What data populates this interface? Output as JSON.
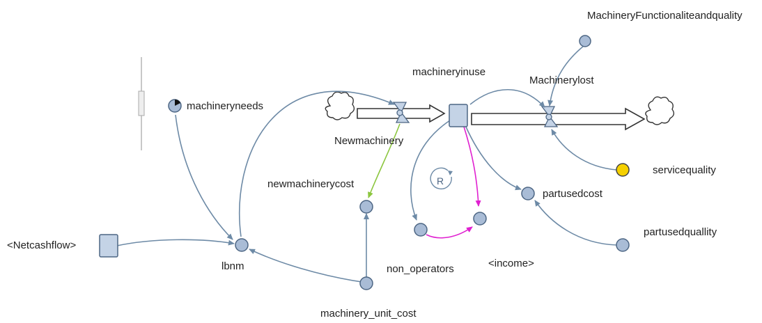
{
  "diagram": {
    "labels": {
      "machineryfunc": "MachineryFunctionaliteandquality",
      "machineryinuse": "machineryinuse",
      "machinerylost": "Machinerylost",
      "machineryneeds": "machineryneeds",
      "newmachinery": "Newmachinery",
      "servicequality": "servicequality",
      "newmachinerycost": "newmachinerycost",
      "partusedcost": "partusedcost",
      "partusedquality": "partusedquallity",
      "netcashflow": "<Netcashflow>",
      "lbnm": "lbnm",
      "non_operators": "non_operators",
      "income": "<income>",
      "machinery_unit_cost": "machinery_unit_cost",
      "loop_marker": "R"
    },
    "colors": {
      "link": "#6d8aa6",
      "green_link": "#8cc63f",
      "magenta_link": "#e020d0",
      "aux_fill": "#a9bcd6",
      "highlight_fill": "#f5d000"
    }
  }
}
